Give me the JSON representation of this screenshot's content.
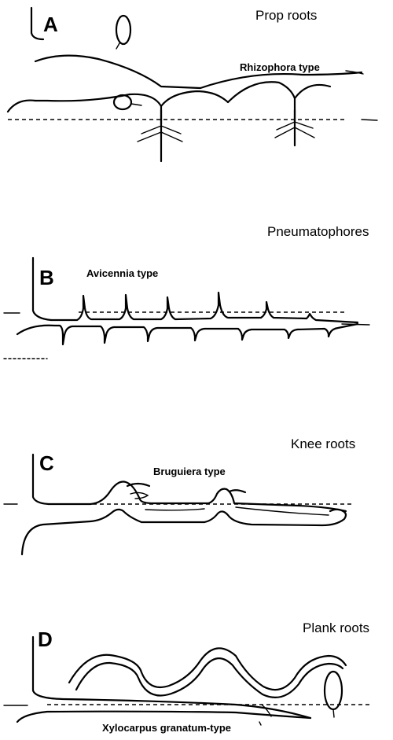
{
  "panels": [
    {
      "letter": "A",
      "heading": "Prop roots",
      "type_label": "Rhizophora type"
    },
    {
      "letter": "B",
      "heading": "Pneumatophores",
      "type_label": "Avicennia type"
    },
    {
      "letter": "C",
      "heading": "Knee roots",
      "type_label": "Bruguiera type"
    },
    {
      "letter": "D",
      "heading": "Plank roots",
      "type_label": "Xylocarpus granatum-type"
    }
  ]
}
